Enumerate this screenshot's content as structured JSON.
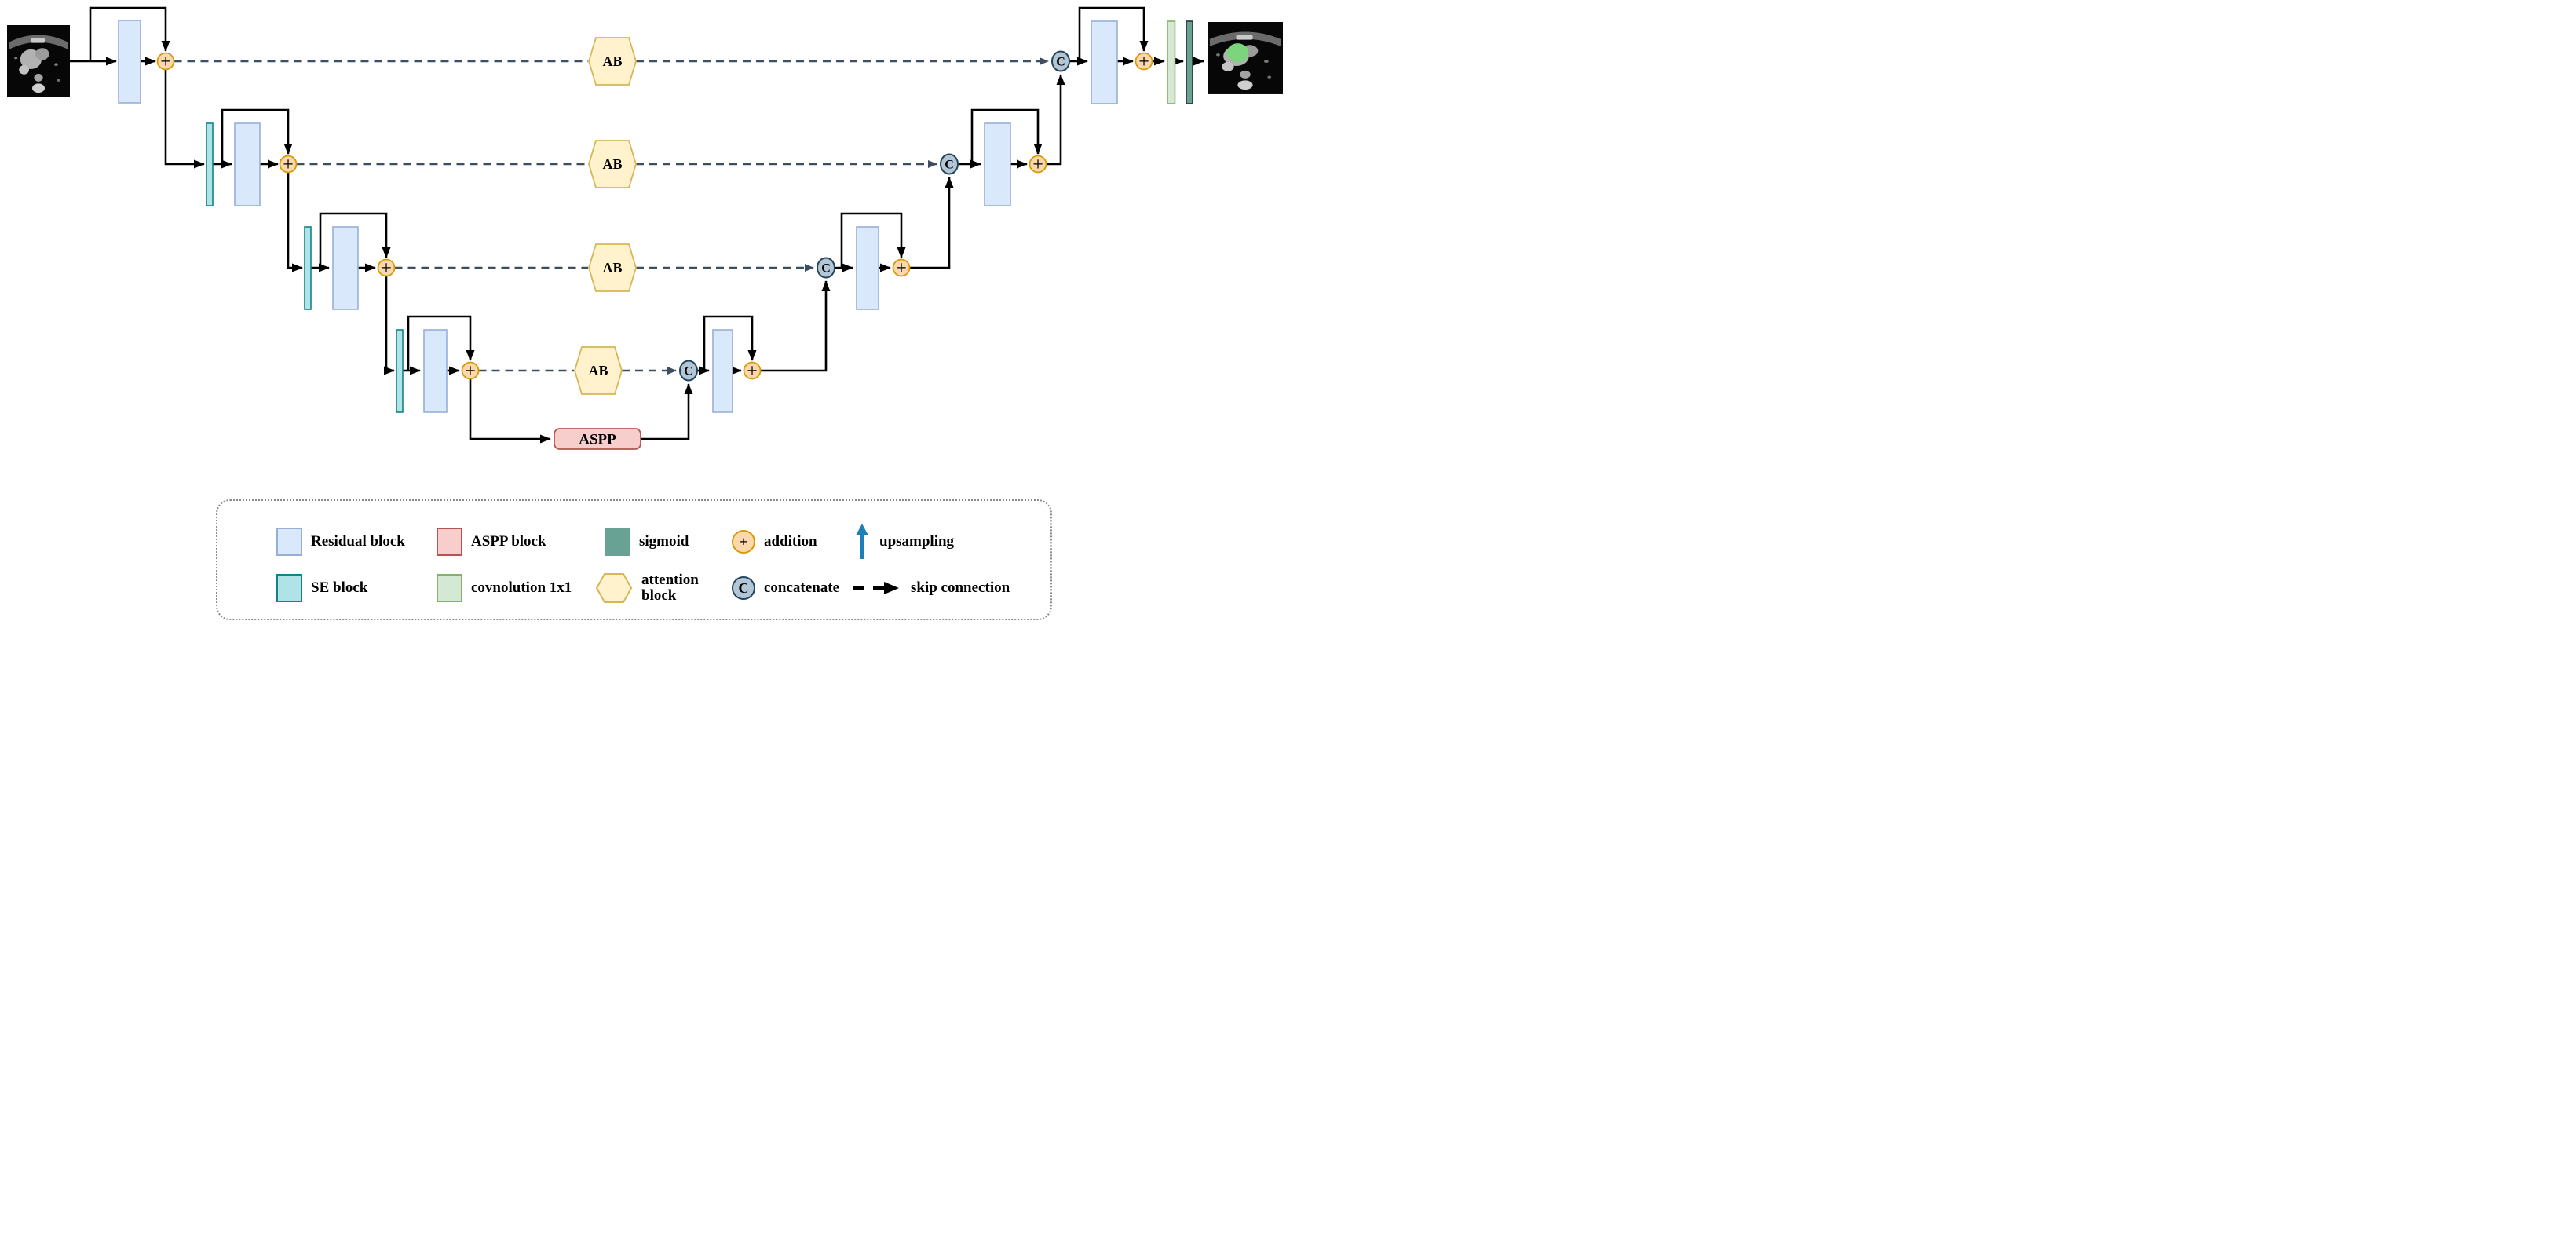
{
  "diagram": {
    "ab_label": "AB",
    "aspp_label": "ASPP",
    "concat_label": "C",
    "add_label": "+"
  },
  "legend": {
    "items": [
      {
        "label": "Residual block"
      },
      {
        "label": "ASPP block"
      },
      {
        "label": "sigmoid"
      },
      {
        "label": "addition"
      },
      {
        "label": "upsampling"
      },
      {
        "label": "SE block"
      },
      {
        "label": "covnolution 1x1"
      },
      {
        "label": "attention block"
      },
      {
        "label": "concatenate"
      },
      {
        "label": "skip connection"
      }
    ]
  },
  "colors": {
    "residual_fill": "#DAE8FC",
    "residual_border": "#97AFD7",
    "se_fill": "#B0E3E6",
    "se_border": "#12828C",
    "aspp_fill": "#F8CECC",
    "aspp_border": "#B85450",
    "attention_fill": "#FFF2CC",
    "attention_border": "#D6B656",
    "addition_fill": "#FAD7AC",
    "addition_border": "#D79B00",
    "concat_fill": "#B3C6D6",
    "concat_border": "#23445C",
    "conv1x1_fill": "#D5E8D4",
    "conv1x1_border": "#82B366",
    "sigmoid_fill": "#67A295",
    "skip_dash_color": "#3D4E61",
    "upsampling_arrow": "#1E7EB5",
    "segmentation_green": "#7CD47C"
  }
}
